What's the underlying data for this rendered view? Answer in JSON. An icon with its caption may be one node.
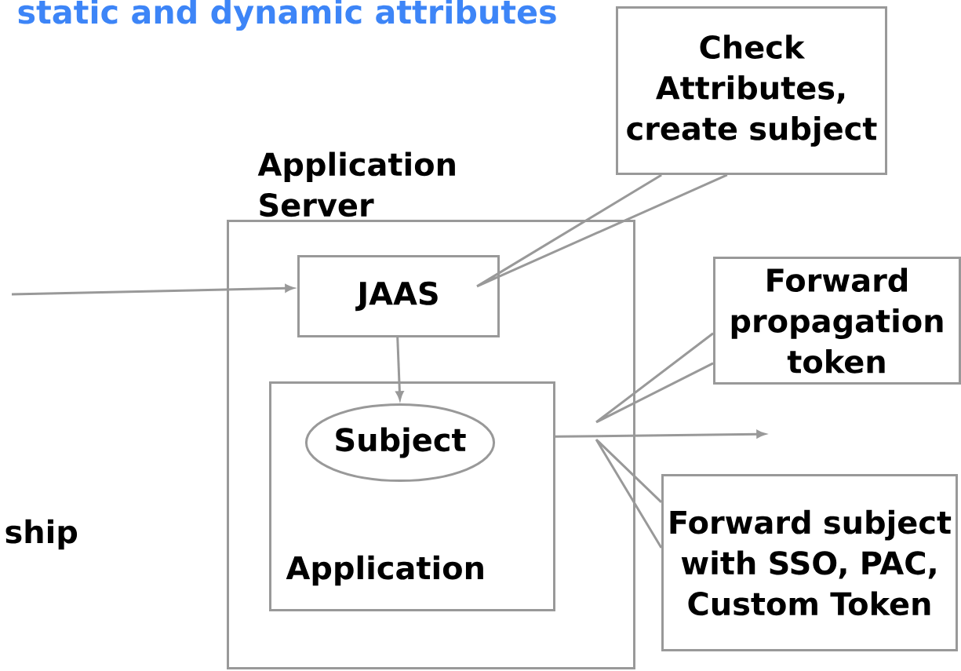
{
  "diagram": {
    "title": "static and dynamic attributes",
    "nodes": [
      {
        "text": [
          "Application Server"
        ]
      },
      {
        "text": [
          "JAAS"
        ],
        "in": 0
      },
      {
        "text": [
          "Application"
        ],
        "in": 0
      },
      {
        "text": [
          "Subject"
        ],
        "in": 2
      },
      {
        "text": [
          "Check Attributes, create subject"
        ]
      },
      {
        "text": [
          "Forward propagation token"
        ]
      },
      {
        "text": [
          "Forward subject with SSO, PAC, Custom Token"
        ]
      }
    ],
    "edges": [
      {
        "from": null,
        "to": 1,
        "arrow": "to"
      },
      {
        "from": 1,
        "to": 3,
        "arrow": "to"
      },
      {
        "from": 2,
        "to": null,
        "arrow": "to"
      },
      {
        "from": 4,
        "to": 1,
        "arrow": "none"
      },
      {
        "from": 5,
        "to": null,
        "arrow": "none"
      },
      {
        "from": 6,
        "to": null,
        "arrow": "none"
      }
    ],
    "labels": [
      "ship"
    ]
  }
}
